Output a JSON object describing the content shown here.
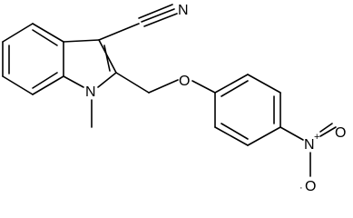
{
  "structure": {
    "atoms": {
      "nitrile_n": "N",
      "ether_o": "O",
      "ring_n": "N",
      "nitro_n": "N",
      "nitro_n_charge": "+",
      "nitro_o1": "O",
      "nitro_o2": "O",
      "nitro_o2_radical": "·"
    }
  }
}
